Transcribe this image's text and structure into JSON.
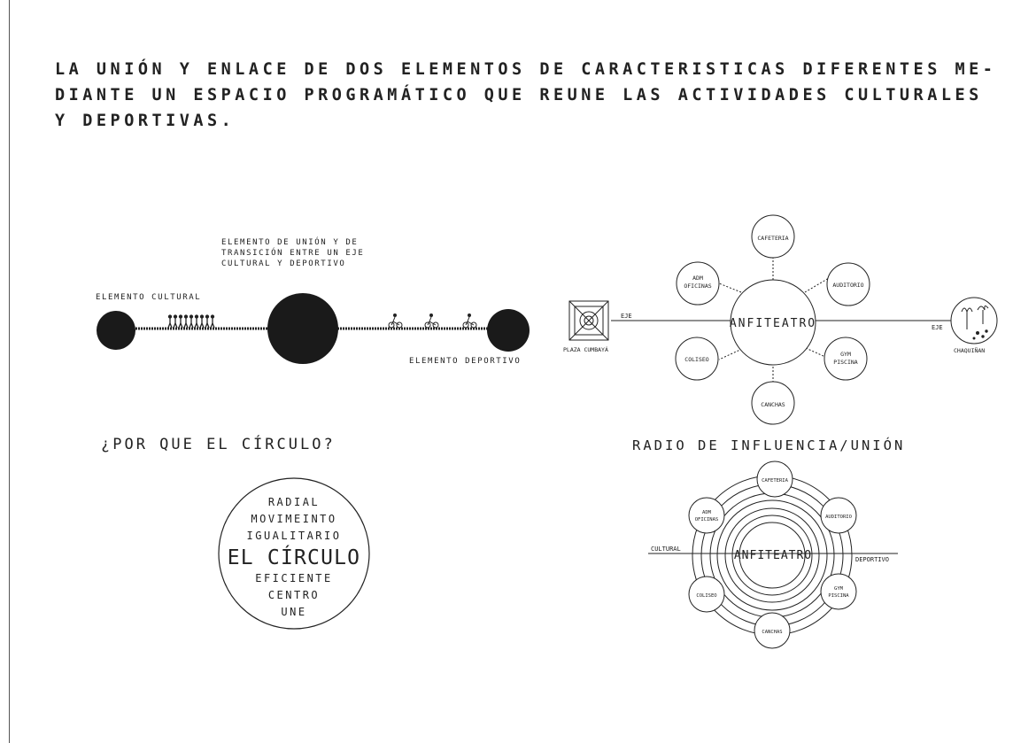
{
  "headline": {
    "line1": "LA UNIÓN Y ENLACE DE DOS ELEMENTOS DE CARACTERISTICAS DIFERENTES ME-",
    "line2": "DIANTE UN ESPACIO PROGRAMÁTICO QUE REUNE LAS ACTIVIDADES CULTURALES",
    "line3": "Y DEPORTIVAS."
  },
  "axis_diagram": {
    "union_note_line1": "ELEMENTO DE UNIÓN Y DE",
    "union_note_line2": "TRANSICIÓN ENTRE UN EJE",
    "union_note_line3": "CULTURAL Y DEPORTIVO",
    "cultural_label": "ELEMENTO CULTURAL",
    "deportivo_label": "ELEMENTO DEPORTIVO"
  },
  "program_diagram": {
    "center": "ANFITEATRO",
    "nodes": {
      "cafeteria": "CAFETERIA",
      "auditorio": "AUDITORIO",
      "gym_line1": "GYM",
      "gym_line2": "PISCINA",
      "canchas": "CANCHAS",
      "coliseo": "COLISEO",
      "adm_line1": "ADM",
      "adm_line2": "OFICINAS"
    },
    "eje_left": "EJE",
    "eje_right": "EJE",
    "plaza_label": "PLAZA CUMBAYÁ",
    "chaquinan_label": "CHAQUIÑAN"
  },
  "circle_section": {
    "title": "¿POR QUE EL CÍRCULO?",
    "words": [
      "RADIAL",
      "MOVIMEINTO",
      "IGUALITARIO",
      "EL CÍRCULO",
      "EFICIENTE",
      "CENTRO",
      "UNE"
    ]
  },
  "influence_section": {
    "title": "RADIO DE INFLUENCIA/UNIÓN",
    "center": "ANFITEATRO",
    "cultural": "CULTURAL",
    "deportivo": "DEPORTIVO",
    "nodes": {
      "cafeteria": "CAFETERIA",
      "auditorio": "AUDITORIO",
      "gym_line1": "GYM",
      "gym_line2": "PISCINA",
      "canchas": "CANCHAS",
      "coliseo": "COLISEO",
      "adm_line1": "ADM",
      "adm_line2": "OFICINAS"
    }
  },
  "colors": {
    "ink": "#1a1a1a",
    "background": "#ffffff"
  }
}
